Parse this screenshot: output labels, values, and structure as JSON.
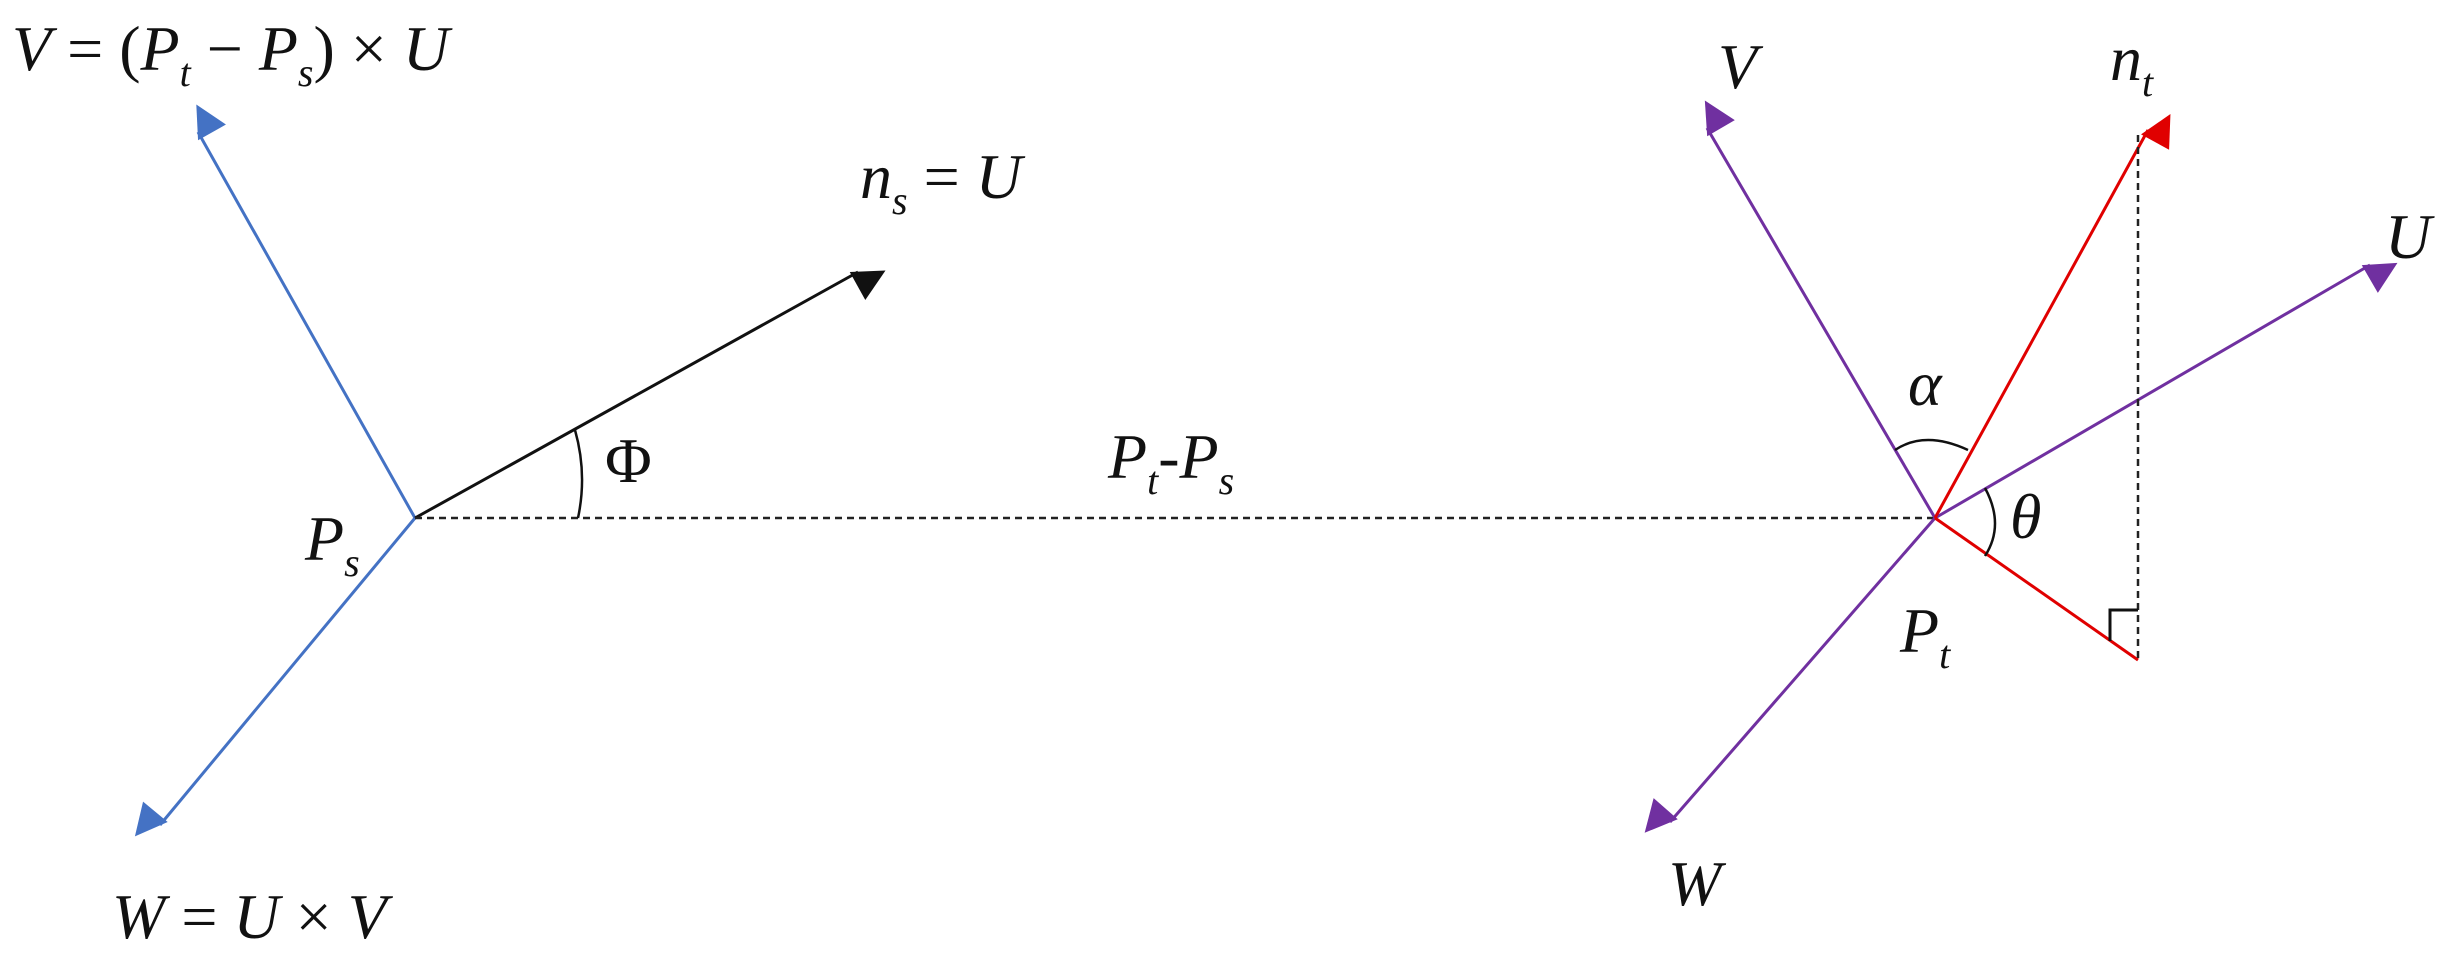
{
  "colors": {
    "blue": "#4472c4",
    "black": "#111111",
    "purple": "#7030a0",
    "red": "#e00000",
    "dashed": "#222222"
  },
  "labels": {
    "v_def": {
      "lhs": "V",
      "eq": " = (",
      "p1": "P",
      "p1_sub": "t",
      "minus": " − ",
      "p2": "P",
      "p2_sub": "s",
      "close": ")",
      "times": " × ",
      "rhs": "U"
    },
    "w_def": {
      "lhs": "W",
      "eq": " = ",
      "u": "U",
      "times": " × ",
      "v": "V"
    },
    "ns_def": {
      "n": "n",
      "n_sub": "s",
      "eq": " = ",
      "u": "U"
    },
    "phi": "Φ",
    "ps": {
      "p": "P",
      "sub": "s"
    },
    "baseline": {
      "p1": "P",
      "p1_sub": "t",
      "dash": "-",
      "p2": "P",
      "p2_sub": "s"
    },
    "pt": {
      "p": "P",
      "sub": "t"
    },
    "v_right": "V",
    "nt": {
      "n": "n",
      "sub": "t"
    },
    "u_right": "U",
    "w_right": "W",
    "alpha": "α",
    "theta": "θ"
  }
}
